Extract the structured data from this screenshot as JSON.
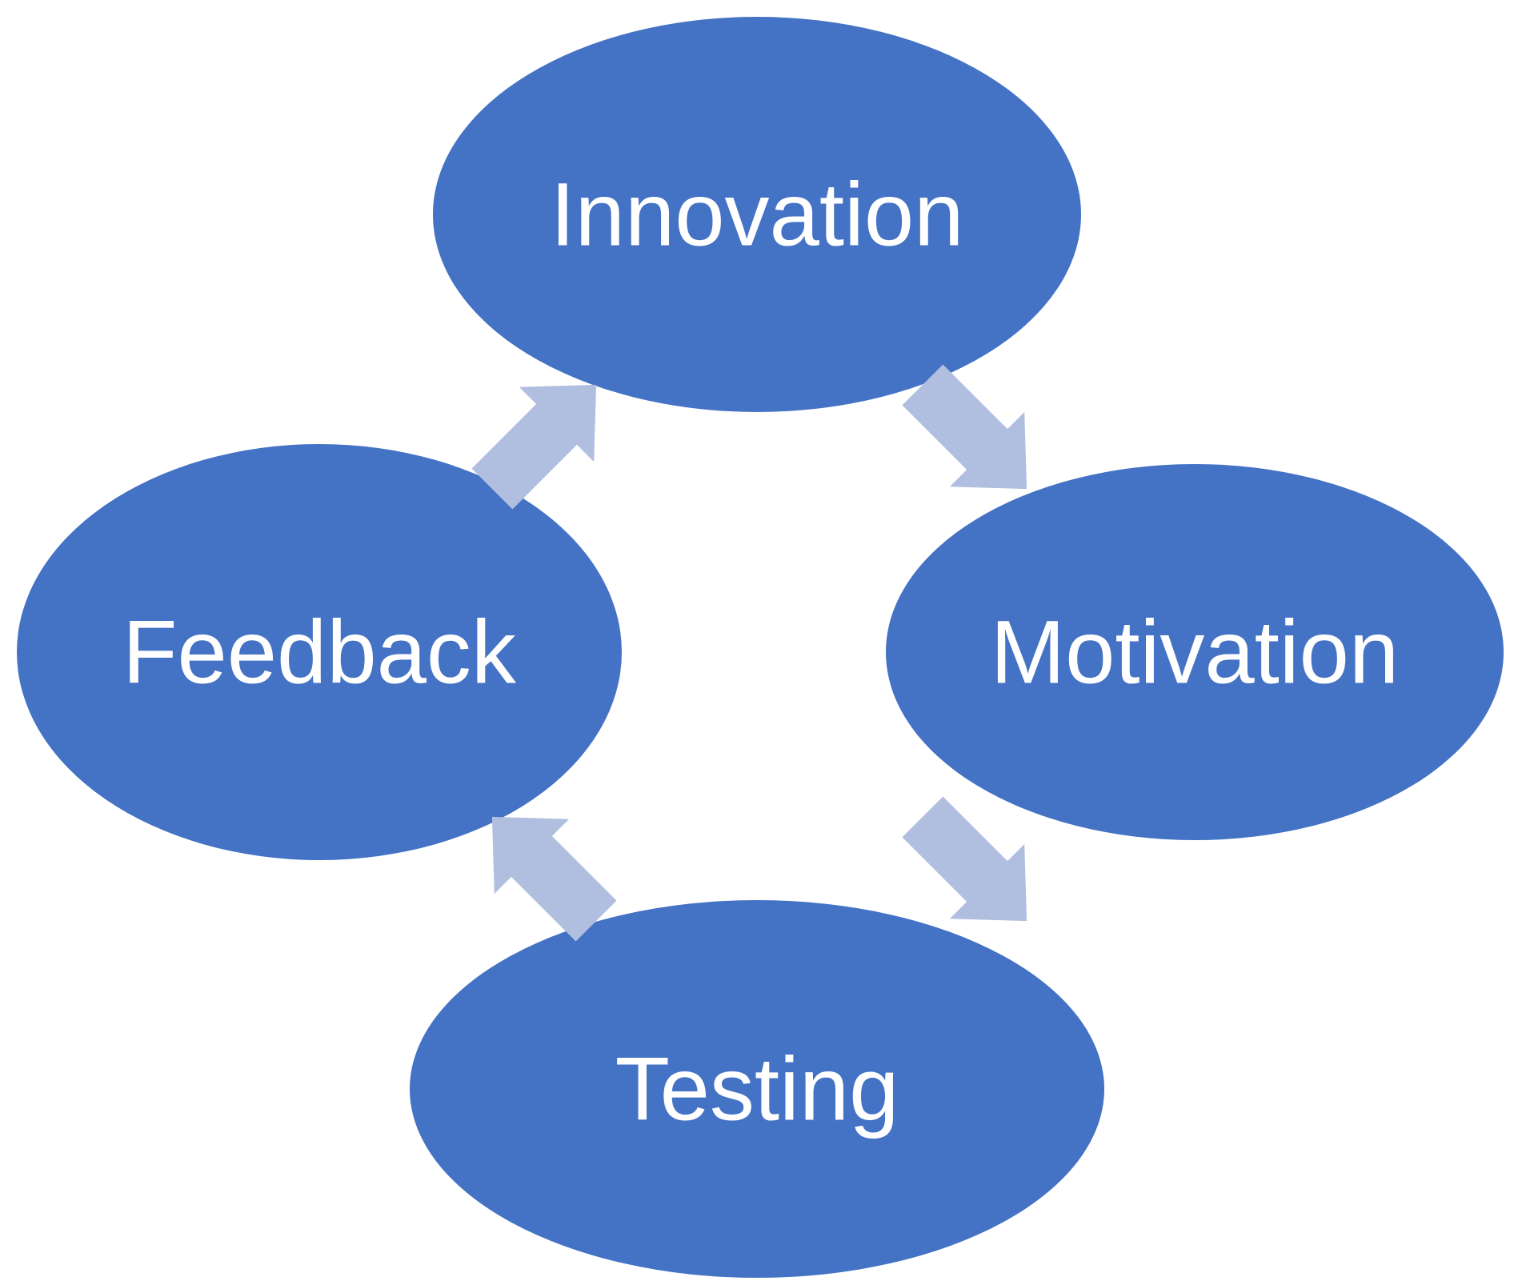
{
  "colors": {
    "node_fill": "#4472C4",
    "arrow_fill": "#B0BEDF",
    "label_color": "#FFFFFF",
    "background": "#FFFFFF"
  },
  "nodes": [
    {
      "id": "innovation",
      "label": "Innovation"
    },
    {
      "id": "motivation",
      "label": "Motivation"
    },
    {
      "id": "testing",
      "label": "Testing"
    },
    {
      "id": "feedback",
      "label": "Feedback"
    }
  ],
  "edges": [
    {
      "from": "innovation",
      "to": "motivation"
    },
    {
      "from": "motivation",
      "to": "testing"
    },
    {
      "from": "testing",
      "to": "feedback"
    },
    {
      "from": "feedback",
      "to": "innovation"
    }
  ]
}
